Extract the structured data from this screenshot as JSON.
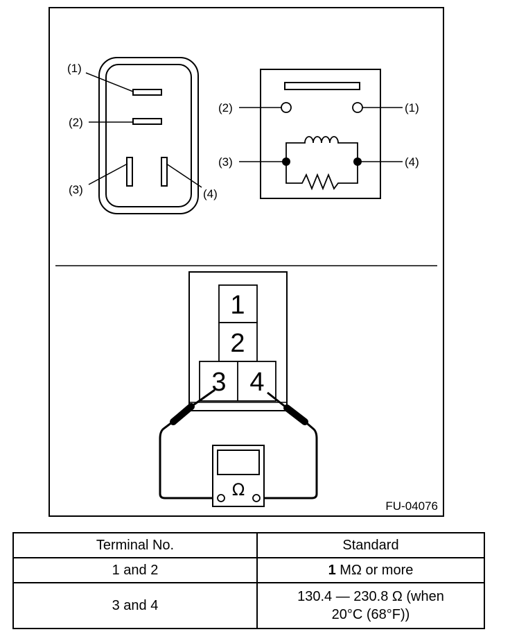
{
  "figure_code": "FU-04076",
  "connector_labels": {
    "t1": "(1)",
    "t2": "(2)",
    "t3": "(3)",
    "t4": "(4)"
  },
  "circuit_labels": {
    "t1": "(1)",
    "t2": "(2)",
    "t3": "(3)",
    "t4": "(4)"
  },
  "terminal_numbers": [
    "1",
    "2",
    "3",
    "4"
  ],
  "meter_symbol": "Ω",
  "table": {
    "header": {
      "terminal": "Terminal No.",
      "standard": "Standard"
    },
    "rows": [
      {
        "terminal": "1 and 2",
        "standard_num": "1",
        "standard_rest": " MΩ or more"
      },
      {
        "terminal": "3 and 4",
        "standard_line1": "130.4 — 230.8 Ω (when",
        "standard_line2": "20°C (68°F))"
      }
    ]
  }
}
